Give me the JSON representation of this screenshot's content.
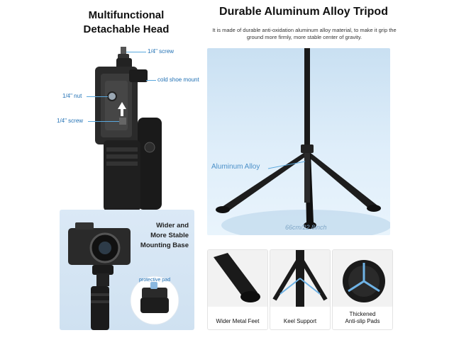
{
  "left": {
    "title_line1": "Multifunctional",
    "title_line2": "Detachable Head",
    "callouts": {
      "screw_top": "1/4\" screw",
      "cold_shoe": "cold shoe mount",
      "nut": "1/4\" nut",
      "screw_bottom": "1/4\" screw"
    }
  },
  "right": {
    "title": "Durable Aluminum Alloy Tripod",
    "description": "It is made of durable anti-oxidation aluminum alloy material, to make it grip the ground more firmly, more stable center of gravity.",
    "tripod_label": "Aluminum Alloy",
    "span_label": "66cm/22.8inch"
  },
  "base": {
    "title_line1": "Wider and",
    "title_line2": "More Stable",
    "title_line3": "Mounting Base",
    "pad_label": "protective pad"
  },
  "features": [
    {
      "label_line1": "Wider Metal Feet",
      "label_line2": ""
    },
    {
      "label_line1": "Keel Support",
      "label_line2": ""
    },
    {
      "label_line1": "Thickened",
      "label_line2": "Anti-slip Pads"
    }
  ],
  "colors": {
    "accent": "#1f6fb3",
    "panel": "#d4e7f6"
  }
}
